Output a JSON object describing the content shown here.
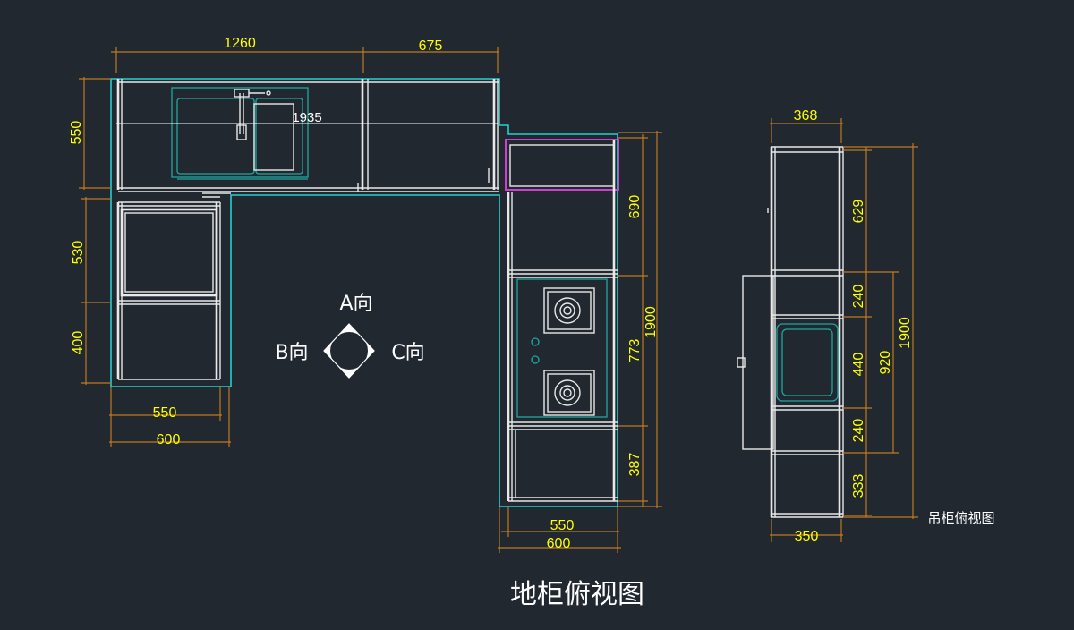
{
  "drawing": {
    "main_title": "地柜俯视图",
    "wall_cabinet_title": "吊柜俯视图",
    "direction_labels": {
      "a": "A向",
      "b": "B向",
      "c": "C向"
    }
  },
  "colors": {
    "background": "#212830",
    "dimension_text": "#ffff00",
    "dimension_line": "#c07820",
    "cabinet_outline": "#22d0d0",
    "panel_line": "#e8e8e8",
    "highlight": "#d040d0"
  },
  "dimensions": {
    "top_left_width": "1260",
    "top_right_width": "675",
    "top_total_width": "1935",
    "top_depth": "550",
    "left_upper_height": "530",
    "left_lower_height": "400",
    "left_inner_width": "550",
    "left_outer_width": "600",
    "right_seg1": "690",
    "right_seg2": "773",
    "right_seg3": "387",
    "right_total": "1900",
    "right_inner_width": "550",
    "right_outer_width": "600",
    "wall_width_top": "368",
    "wall_width_bottom": "350",
    "wall_seg1": "629",
    "wall_seg2": "240",
    "wall_seg3": "440",
    "wall_seg4": "240",
    "wall_seg5": "333",
    "wall_mid_total": "920",
    "wall_total": "1900"
  }
}
